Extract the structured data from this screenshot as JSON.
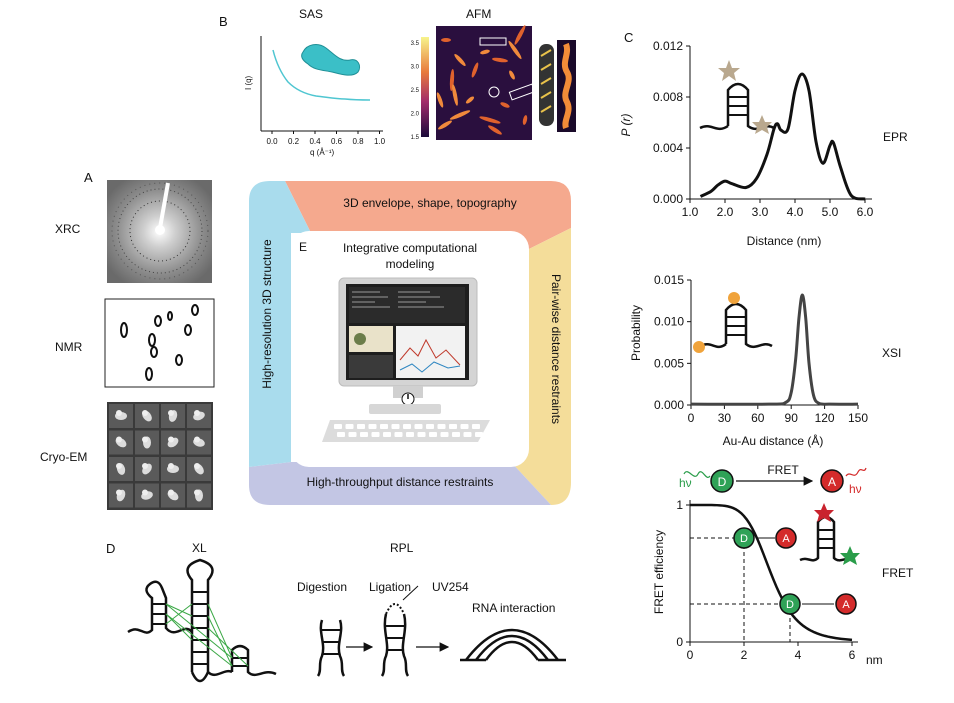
{
  "panels": {
    "A": {
      "letter": "A",
      "rows": [
        "XRC",
        "NMR",
        "Cryo-EM"
      ]
    },
    "B": {
      "letter": "B",
      "sas_title": "SAS",
      "afm_title": "AFM",
      "sas_xlabel": "q (Å⁻¹)",
      "sas_ylabel": "I (q)",
      "sas_xticks": [
        "0.0",
        "0.2",
        "0.4",
        "0.6",
        "0.8",
        "1.0"
      ],
      "afm_ticks": [
        "3.5",
        "3.0",
        "2.5",
        "2.0",
        "1.5"
      ]
    },
    "C": {
      "letter": "C"
    },
    "D": {
      "letter": "D",
      "xl_title": "XL",
      "rpl_title": "RPL",
      "digestion": "Digestion",
      "ligation": "Ligation",
      "uv": "UV254",
      "rna_interaction": "RNA interaction"
    },
    "E": {
      "letter": "E",
      "center_line1": "Integrative computational",
      "center_line2": "modeling"
    }
  },
  "frame": {
    "top": "3D envelope, shape, topography",
    "right": "Pair-wise distance restraints",
    "bottom": "High-throughput distance restraints",
    "left": "High-resolution 3D  structure",
    "colors": {
      "top": "#f5a98e",
      "right": "#f4dd9a",
      "bottom": "#c3c6e4",
      "left": "#a9dced"
    }
  },
  "fret_scheme": {
    "donor": "D",
    "acceptor": "A",
    "label": "FRET",
    "hv": "hν"
  },
  "chart_data": [
    {
      "type": "line",
      "name": "EPR",
      "title": "EPR",
      "xlabel": "Distance (nm)",
      "ylabel": "P (r)",
      "xlim": [
        1.0,
        6.2
      ],
      "ylim": [
        0,
        0.012
      ],
      "xticks": [
        "1.0",
        "2.0",
        "3.0",
        "4.0",
        "5.0",
        "6.0"
      ],
      "yticks": [
        "0.000",
        "0.004",
        "0.008",
        "0.012"
      ],
      "x": [
        1.3,
        1.6,
        1.8,
        2.0,
        2.2,
        2.6,
        2.9,
        3.2,
        3.4,
        3.5,
        3.6,
        3.8,
        4.0,
        4.2,
        4.4,
        4.6,
        4.8,
        5.0,
        5.1,
        5.3,
        5.6,
        6.0
      ],
      "y": [
        0.0002,
        0.0006,
        0.0011,
        0.0014,
        0.0012,
        0.0009,
        0.0016,
        0.0035,
        0.0055,
        0.0059,
        0.0054,
        0.0055,
        0.0085,
        0.0098,
        0.0085,
        0.0045,
        0.0028,
        0.0042,
        0.0044,
        0.0025,
        0.0003,
        0.0
      ]
    },
    {
      "type": "line",
      "name": "XSI",
      "title": "XSI",
      "xlabel": "Au-Au distance (Å)",
      "ylabel": "Probability",
      "xlim": [
        0,
        150
      ],
      "ylim": [
        0,
        0.015
      ],
      "xticks": [
        "0",
        "30",
        "60",
        "90",
        "120",
        "150"
      ],
      "yticks": [
        "0.000",
        "0.005",
        "0.010",
        "0.015"
      ],
      "x": [
        0,
        70,
        85,
        90,
        94,
        97,
        100,
        103,
        106,
        110,
        115,
        125,
        150
      ],
      "y": [
        0.0001,
        0.0001,
        0.0003,
        0.0015,
        0.0055,
        0.0105,
        0.0132,
        0.0105,
        0.005,
        0.0012,
        0.0002,
        0.0001,
        0.0001
      ]
    },
    {
      "type": "line",
      "name": "FRET",
      "title": "FRET",
      "xlabel": "nm",
      "ylabel": "FRET efficiency",
      "xlim": [
        0,
        6
      ],
      "ylim": [
        0,
        1
      ],
      "xticks": [
        "0",
        "2",
        "4",
        "6"
      ],
      "yticks": [
        "0",
        "1"
      ],
      "R0": 3
    }
  ]
}
